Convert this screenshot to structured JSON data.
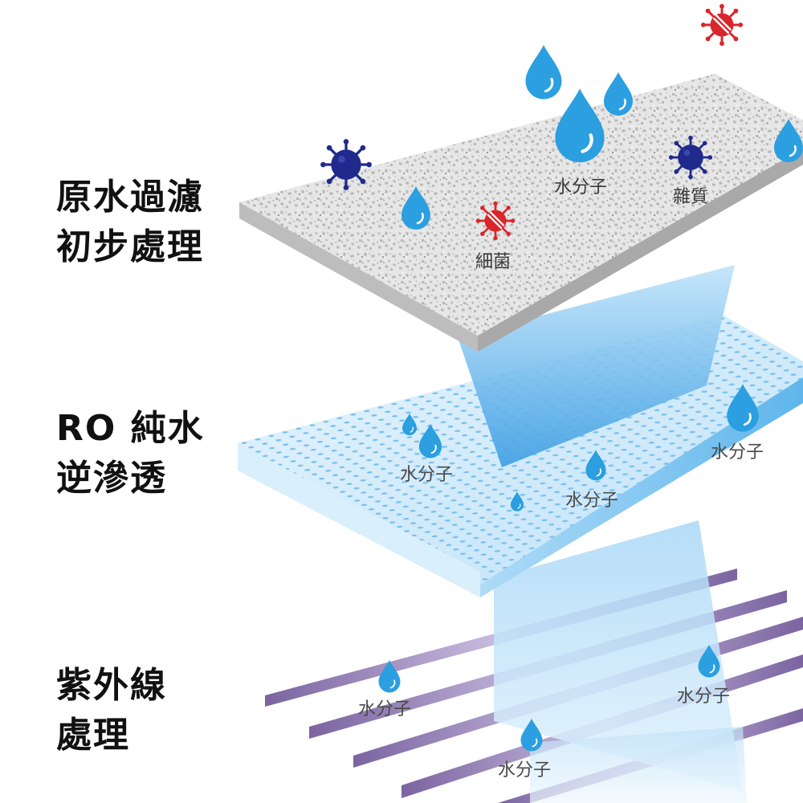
{
  "stages": [
    {
      "line1": "原水過濾",
      "line2": "初步處理"
    },
    {
      "line1": "RO 純水",
      "line2": "逆滲透"
    },
    {
      "line1": "紫外線",
      "line2": "處理"
    }
  ],
  "labels": {
    "water_molecule": "水分子",
    "impurity": "雜質",
    "bacteria": "細菌"
  },
  "colors": {
    "water_drop": "#2b9fe0",
    "impurity": "#1f2a8c",
    "bacteria": "#d9262b",
    "filter_top": "#e9e9e9",
    "ro_membrane": "#cfe9f9",
    "uv_stripe": "#8d76ad"
  }
}
